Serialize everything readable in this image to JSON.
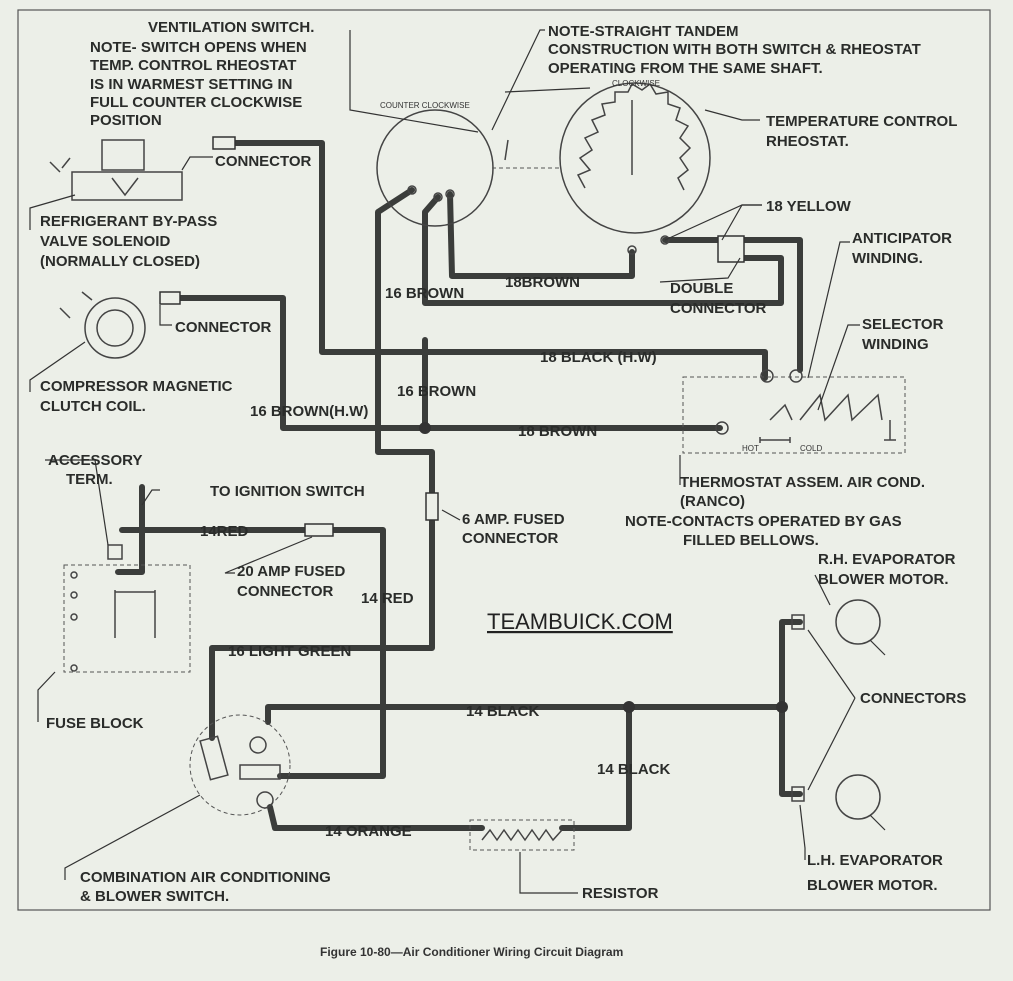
{
  "labels": {
    "ventilation_switch": [
      "VENTILATION SWITCH.",
      "NOTE- SWITCH OPENS WHEN",
      "TEMP. CONTROL RHEOSTAT",
      "IS IN WARMEST SETTING IN",
      "FULL COUNTER CLOCKWISE",
      "POSITION"
    ],
    "tandem_note": [
      "NOTE-STRAIGHT TANDEM",
      "CONSTRUCTION WITH BOTH SWITCH & RHEOSTAT",
      "OPERATING FROM THE SAME SHAFT."
    ],
    "temp_rheostat": [
      "TEMPERATURE CONTROL",
      "RHEOSTAT."
    ],
    "connector_top": "CONNECTOR",
    "refrigerant_valve": [
      "REFRIGERANT BY-PASS",
      "VALVE SOLENOID",
      "(NORMALLY CLOSED)"
    ],
    "yellow_18": "18 YELLOW",
    "anticipator": [
      "ANTICIPATOR",
      "WINDING."
    ],
    "brown_16_top": "16 BROWN",
    "brown_18_top": "18BROWN",
    "double_connector": [
      "DOUBLE",
      "CONNECTOR"
    ],
    "connector_mid": "CONNECTOR",
    "selector": [
      "SELECTOR",
      "WINDING"
    ],
    "black_18_hw": "18 BLACK (H.W)",
    "compressor_clutch": [
      "COMPRESSOR MAGNETIC",
      "CLUTCH COIL."
    ],
    "brown_16_mid": "16 BROWN",
    "brown_16_hw": "16 BROWN(H.W)",
    "brown_18_mid": "18 BROWN",
    "hot": "HOT",
    "cold": "COLD",
    "accessory_term": [
      "ACCESSORY",
      "TERM."
    ],
    "to_ignition": "TO IGNITION SWITCH",
    "thermostat": [
      "THERMOSTAT ASSEM. AIR COND.",
      "(RANCO)"
    ],
    "red_14_top": "14RED",
    "fused_6amp": [
      "6 AMP. FUSED",
      "CONNECTOR"
    ],
    "gas_note": [
      "NOTE-CONTACTS OPERATED BY GAS",
      "FILLED BELLOWS."
    ],
    "fused_20amp": [
      "20 AMP FUSED",
      "CONNECTOR"
    ],
    "red_14_side": "14 RED",
    "rh_blower": [
      "R.H. EVAPORATOR",
      "BLOWER MOTOR."
    ],
    "light_green_16": "16 LIGHT GREEN",
    "black_14_top": "14 BLACK",
    "connectors": "CONNECTORS",
    "fuse_block": "FUSE BLOCK",
    "black_14_side": "14 BLACK",
    "orange_14": "14 ORANGE",
    "combination_switch": [
      "COMBINATION AIR CONDITIONING",
      "& BLOWER SWITCH."
    ],
    "lh_blower": [
      "L.H. EVAPORATOR",
      "BLOWER MOTOR."
    ],
    "resistor": "RESISTOR",
    "counter_clockwise": "COUNTER CLOCKWISE",
    "clockwise": "CLOCKWISE"
  },
  "watermark": "TEAMBUICK.COM",
  "caption": "Figure 10-80—Air Conditioner Wiring Circuit Diagram"
}
